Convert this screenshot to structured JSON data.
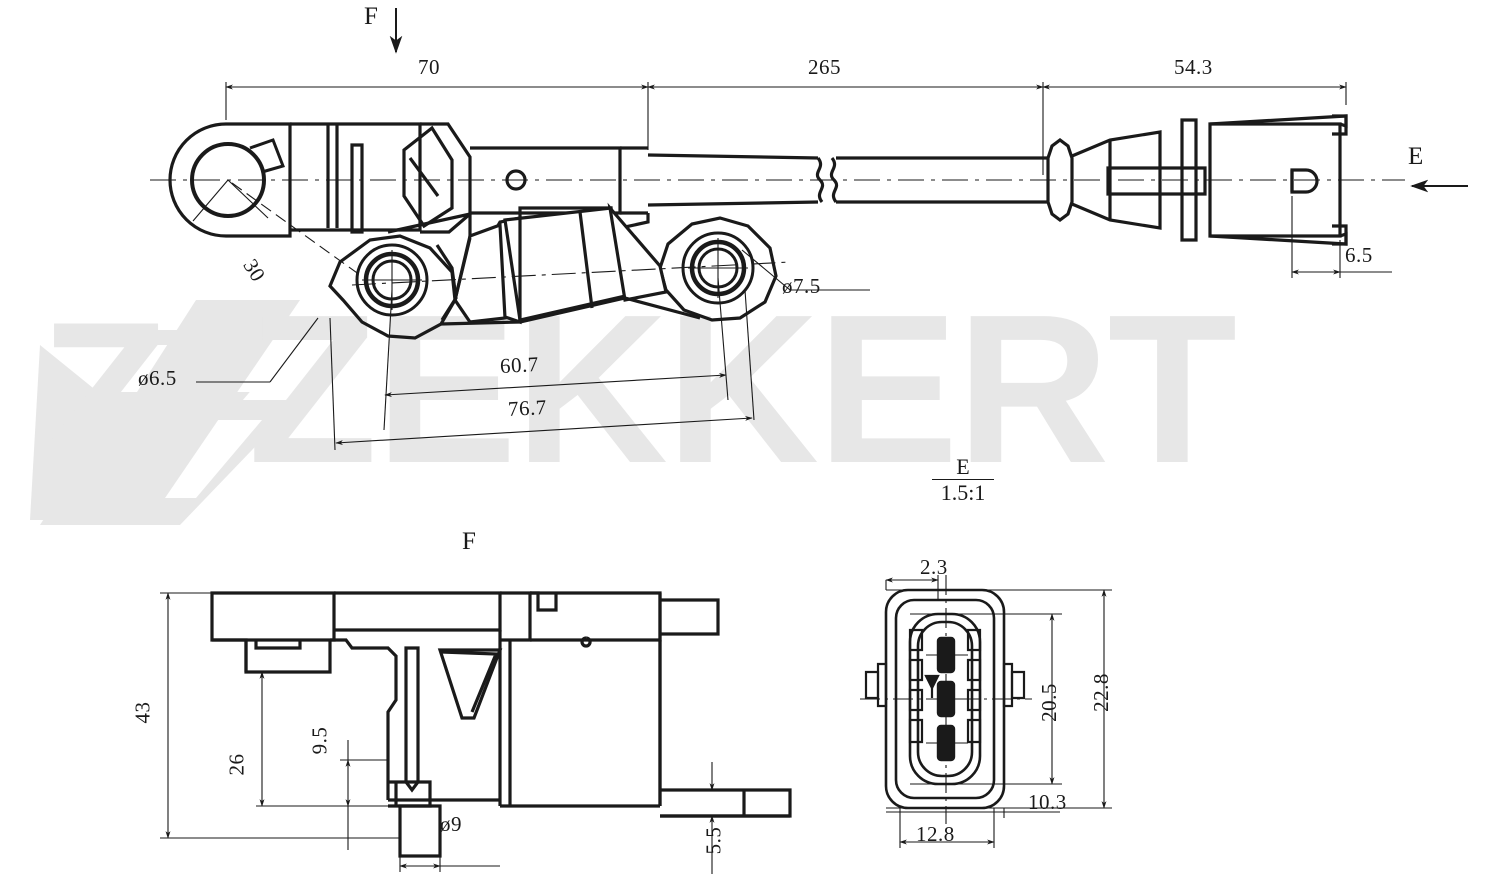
{
  "document": {
    "kind": "engineering-drawing",
    "subject": "camshaft / crankshaft position sensor with 3-pin connector",
    "watermark_text": "ZEKKERT",
    "watermark_color": "#e7e7e7",
    "line_color": "#1a1a1a",
    "background_color": "#ffffff"
  },
  "views": {
    "main": {
      "name": "main-side-view",
      "section_arrow_f": "F",
      "section_arrow_e": "E"
    },
    "view_f": {
      "label": "F"
    },
    "view_e": {
      "label": "E",
      "scale": "1.5:1"
    }
  },
  "dimensions": {
    "main": [
      {
        "id": "d-70",
        "value": "70",
        "orientation": "horizontal"
      },
      {
        "id": "d-265",
        "value": "265",
        "orientation": "horizontal"
      },
      {
        "id": "d-54-3",
        "value": "54.3",
        "orientation": "horizontal"
      },
      {
        "id": "d-6-5b",
        "value": "6.5",
        "orientation": "horizontal"
      },
      {
        "id": "d-30",
        "value": "30",
        "orientation": "diagonal"
      },
      {
        "id": "d-60-7",
        "value": "60.7",
        "orientation": "diagonal"
      },
      {
        "id": "d-76-7",
        "value": "76.7",
        "orientation": "diagonal"
      },
      {
        "id": "d-dia-6-5",
        "value": "ø6.5",
        "orientation": "leader"
      },
      {
        "id": "d-dia-7-5",
        "value": "ø7.5",
        "orientation": "leader"
      }
    ],
    "view_f": [
      {
        "id": "f-43",
        "value": "43",
        "orientation": "vertical"
      },
      {
        "id": "f-26",
        "value": "26",
        "orientation": "vertical"
      },
      {
        "id": "f-9-5",
        "value": "9.5",
        "orientation": "vertical"
      },
      {
        "id": "f-5-5",
        "value": "5.5",
        "orientation": "vertical"
      },
      {
        "id": "f-dia-9",
        "value": "ø9",
        "orientation": "leader"
      }
    ],
    "view_e": [
      {
        "id": "e-2-3",
        "value": "2.3",
        "orientation": "horizontal"
      },
      {
        "id": "e-12-8",
        "value": "12.8",
        "orientation": "horizontal"
      },
      {
        "id": "e-10-3",
        "value": "10.3",
        "orientation": "leader"
      },
      {
        "id": "e-20-5",
        "value": "20.5",
        "orientation": "vertical"
      },
      {
        "id": "e-22-8",
        "value": "22.8",
        "orientation": "vertical"
      }
    ]
  },
  "connector": {
    "pin_count": 3,
    "housing_shape": "rounded-rectangle",
    "latch_sides": 2
  }
}
